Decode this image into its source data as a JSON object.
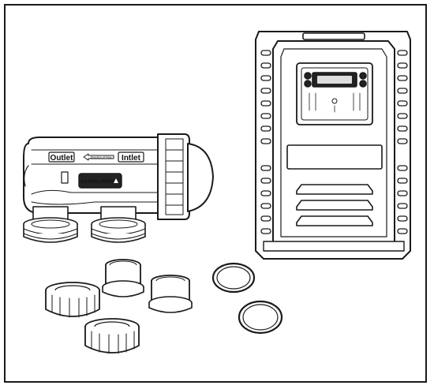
{
  "cell": {
    "outlet_label": "Outlet",
    "direction_label": "Direction of Flow",
    "inlet_label": "Intlet",
    "brand_label": "ASTRALPOOL"
  },
  "colors": {
    "line": "#1a1a1a",
    "fill": "#ffffff",
    "dark_panel": "#222222"
  }
}
